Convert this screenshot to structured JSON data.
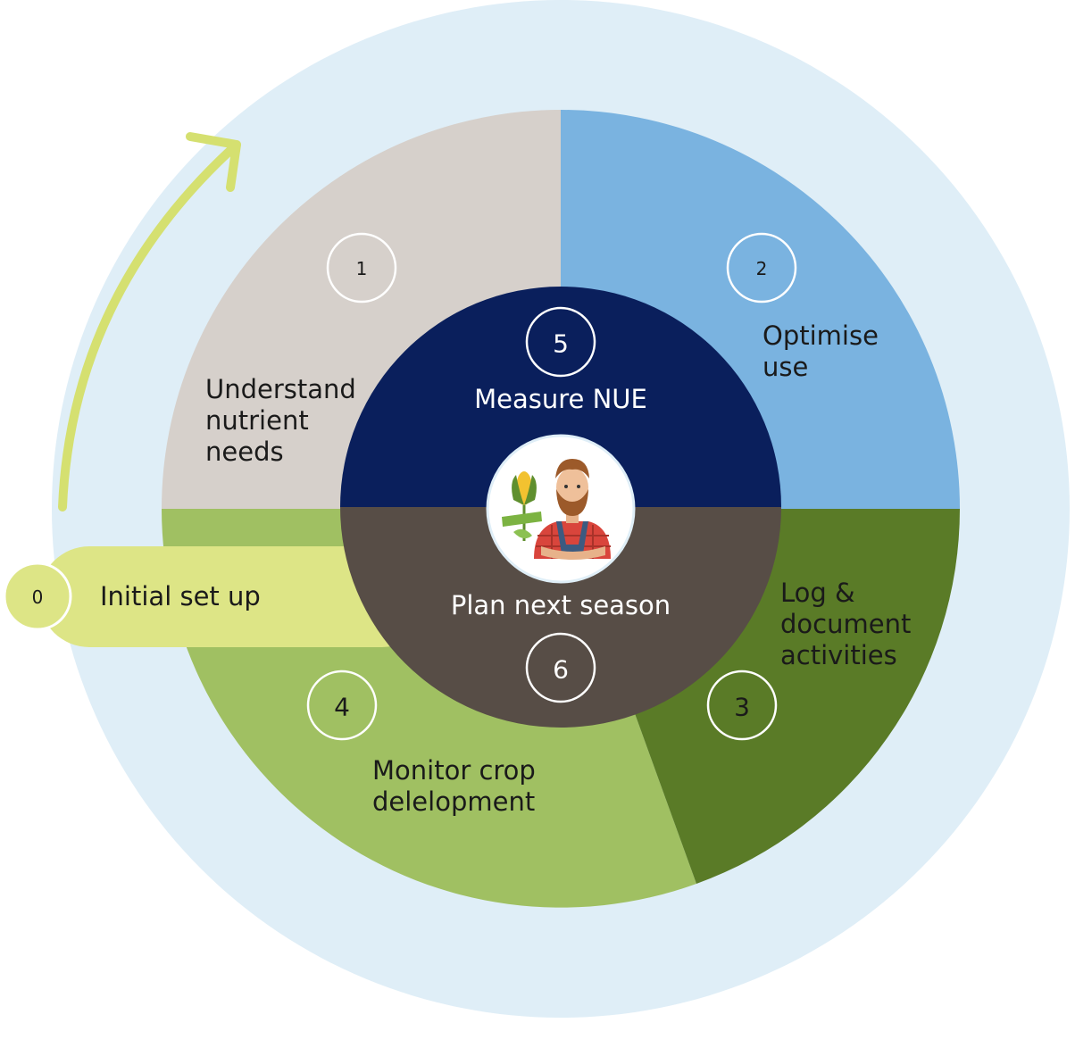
{
  "colors": {
    "outer_ring": "#dfeef7",
    "step1": "#d6d0cb",
    "step2": "#7ab3e0",
    "step3": "#5a7b27",
    "step4": "#a0c062",
    "inner_top": "#0a1f5c",
    "inner_bottom": "#574d46",
    "setup_band": "#dde586",
    "arrow": "#d5e070",
    "dark_text": "#1a1a1a",
    "light_text": "#ffffff"
  },
  "steps": [
    {
      "number": "0",
      "label": "Initial set up"
    },
    {
      "number": "1",
      "label_lines": [
        "Understand",
        "nutrient",
        "needs"
      ]
    },
    {
      "number": "2",
      "label_lines": [
        "Optimise",
        "use"
      ]
    },
    {
      "number": "3",
      "label_lines": [
        "Log &",
        "document",
        "activities"
      ]
    },
    {
      "number": "4",
      "label_lines": [
        "Monitor crop",
        "delelopment"
      ]
    },
    {
      "number": "5",
      "label": "Measure NUE"
    },
    {
      "number": "6",
      "label": "Plan next season"
    }
  ],
  "center_icon": "farmer-with-corn-icon"
}
